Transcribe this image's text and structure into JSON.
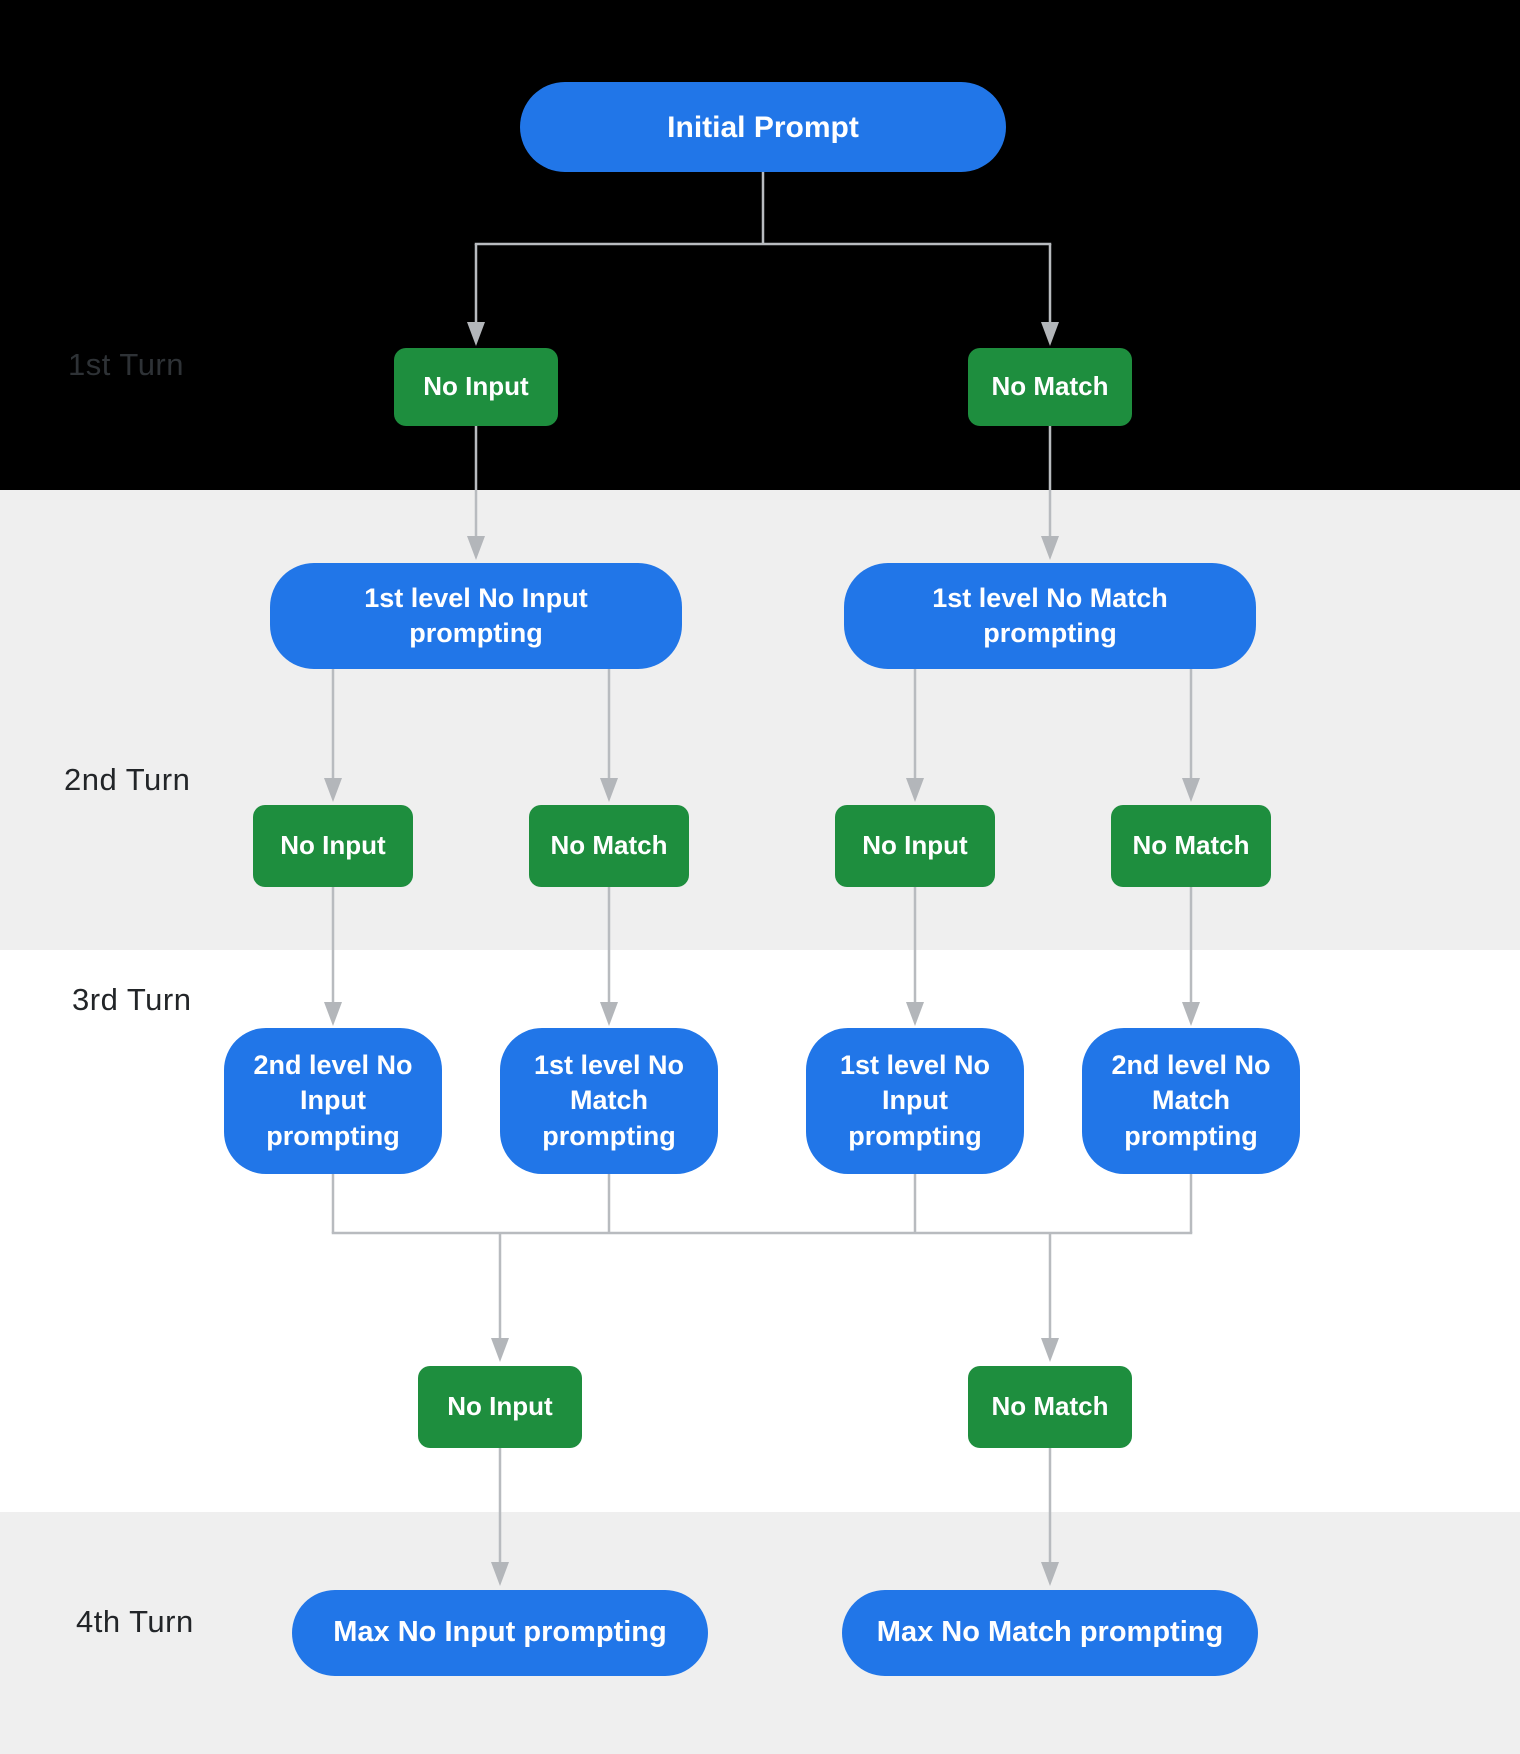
{
  "turns": {
    "t1": "1st Turn",
    "t2": "2nd Turn",
    "t3": "3rd Turn",
    "t4": "4th Turn"
  },
  "nodes": {
    "initial": {
      "label": "Initial Prompt"
    },
    "t1_no_input": {
      "label": "No Input"
    },
    "t1_no_match": {
      "label": "No Match"
    },
    "t2_prompt_no_input": {
      "label": "1st level No Input\nprompting"
    },
    "t2_prompt_no_match": {
      "label": "1st level No Match\nprompting"
    },
    "t2_no_input_a": {
      "label": "No Input"
    },
    "t2_no_match_a": {
      "label": "No Match"
    },
    "t2_no_input_b": {
      "label": "No Input"
    },
    "t2_no_match_b": {
      "label": "No Match"
    },
    "t3_prompt_1": {
      "label": "2nd level No\nInput\nprompting"
    },
    "t3_prompt_2": {
      "label": "1st level No\nMatch\nprompting"
    },
    "t3_prompt_3": {
      "label": "1st level No\nInput\nprompting"
    },
    "t3_prompt_4": {
      "label": "2nd level No\nMatch\nprompting"
    },
    "t3_no_input": {
      "label": "No Input"
    },
    "t3_no_match": {
      "label": "No Match"
    },
    "t4_max_no_input": {
      "label": "Max No Input prompting"
    },
    "t4_max_no_match": {
      "label": "Max No Match prompting"
    }
  },
  "colors": {
    "blue": "#2176e8",
    "green": "#1e8e3e",
    "line": "#b8bbbf",
    "arrowhead": "#b3b6ba",
    "band_black": "#000000",
    "band_gray": "#efefef",
    "band_white": "#ffffff",
    "label_dark": "#222528",
    "label_on_black": "#2e3236",
    "node_text": "#ffffff"
  }
}
